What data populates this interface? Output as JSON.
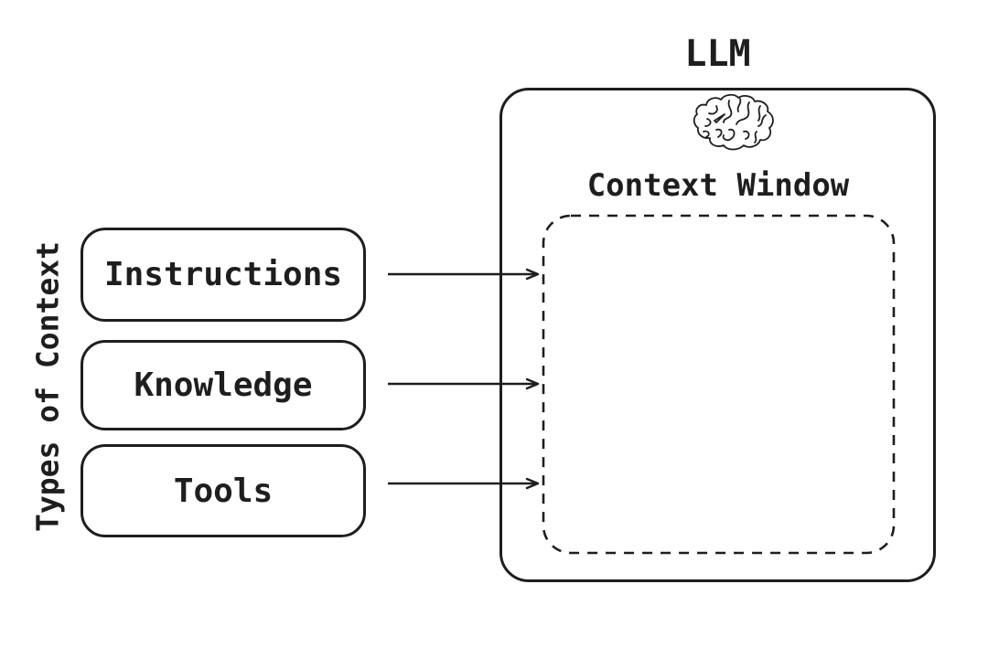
{
  "diagram": {
    "background_color": "#ffffff",
    "stroke_color": "#1e1e1e",
    "side_label": "Types of Context",
    "sources": [
      {
        "label": "Instructions"
      },
      {
        "label": "Knowledge"
      },
      {
        "label": "Tools"
      }
    ],
    "llm": {
      "title": "LLM",
      "icon": "brain-icon",
      "context_window_label": "Context Window"
    },
    "arrows": [
      {
        "from": "Instructions",
        "to": "Context Window"
      },
      {
        "from": "Knowledge",
        "to": "Context Window"
      },
      {
        "from": "Tools",
        "to": "Context Window"
      }
    ]
  }
}
